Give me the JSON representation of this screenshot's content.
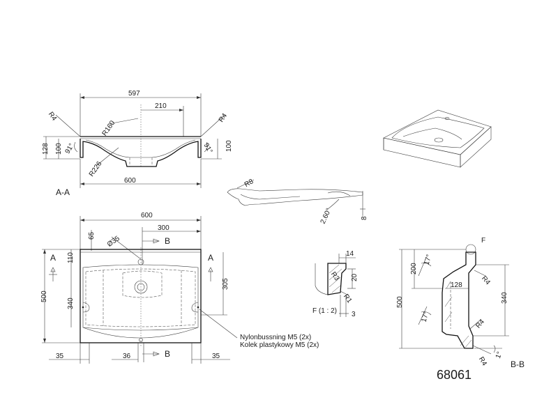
{
  "section_aa": {
    "label": "A-A",
    "dims": {
      "w597": "597",
      "w210": "210",
      "w600": "600",
      "r4_left": "R4",
      "r4_right": "R4",
      "r160": "R160",
      "r226": "R226",
      "h128": "128",
      "h100_left": "100",
      "h100_right": "100",
      "ang_left": "91°",
      "ang_right": "91°"
    }
  },
  "side_profile": {
    "r8": "R8",
    "ang": "2.60°",
    "h8": "8"
  },
  "plan_view": {
    "dims": {
      "w600": "600",
      "w300": "300",
      "w65": "65",
      "dia35": "Ø35",
      "h110": "110",
      "h500": "500",
      "h340": "340",
      "h305": "305",
      "w35_left": "35",
      "w36": "36",
      "w35_right": "35"
    },
    "section_marks": {
      "a_left": "A",
      "a_right": "A",
      "b_top": "B",
      "b_bottom": "B"
    },
    "note_line1": "Nylonbussning M5 (2x)",
    "note_line2": "Kolek plastykowy M5 (2x)"
  },
  "detail_f": {
    "label": "F (1 : 2)",
    "dims": {
      "w14": "14",
      "r3": "R3",
      "h20": "20",
      "r1": "R1",
      "w3": "3"
    }
  },
  "section_bb": {
    "label": "B-B",
    "detail_marker": "F",
    "dims": {
      "h200": "200",
      "ang17_top": "17°",
      "w128": "128",
      "r4_top": "R4",
      "h500": "500",
      "h340": "340",
      "ang17_bottom": "17°",
      "r4_mid": "R4",
      "r4_bottom": "R4",
      "ang1": "1°"
    }
  },
  "part_number": "68061"
}
